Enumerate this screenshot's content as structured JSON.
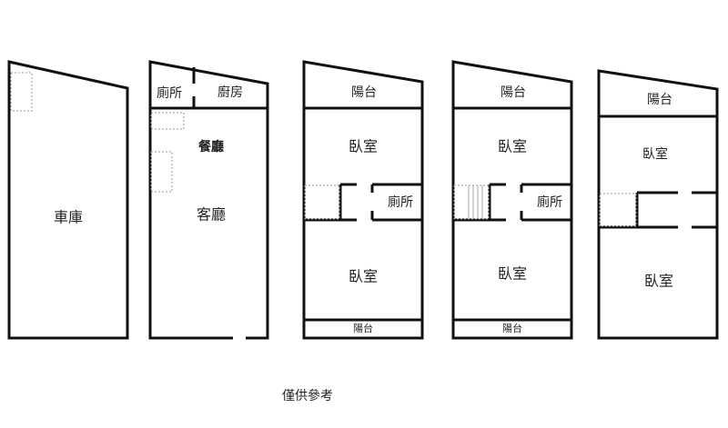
{
  "floors": [
    {
      "rooms": {
        "garage": "車庫"
      }
    },
    {
      "rooms": {
        "toilet": "廁所",
        "kitchen": "廚房",
        "dining": "餐廳",
        "living": "客廳"
      }
    },
    {
      "rooms": {
        "balcony_front": "陽台",
        "bedroom_1": "臥室",
        "toilet": "廁所",
        "bedroom_2": "臥室",
        "balcony_back": "陽台"
      }
    },
    {
      "rooms": {
        "balcony_front": "陽台",
        "bedroom_1": "臥室",
        "toilet": "廁所",
        "bedroom_2": "臥室",
        "balcony_back": "陽台"
      }
    },
    {
      "rooms": {
        "balcony_front": "陽台",
        "bedroom_1": "臥室",
        "bedroom_2": "臥室"
      }
    }
  ],
  "footer": {
    "note": "僅供參考"
  }
}
